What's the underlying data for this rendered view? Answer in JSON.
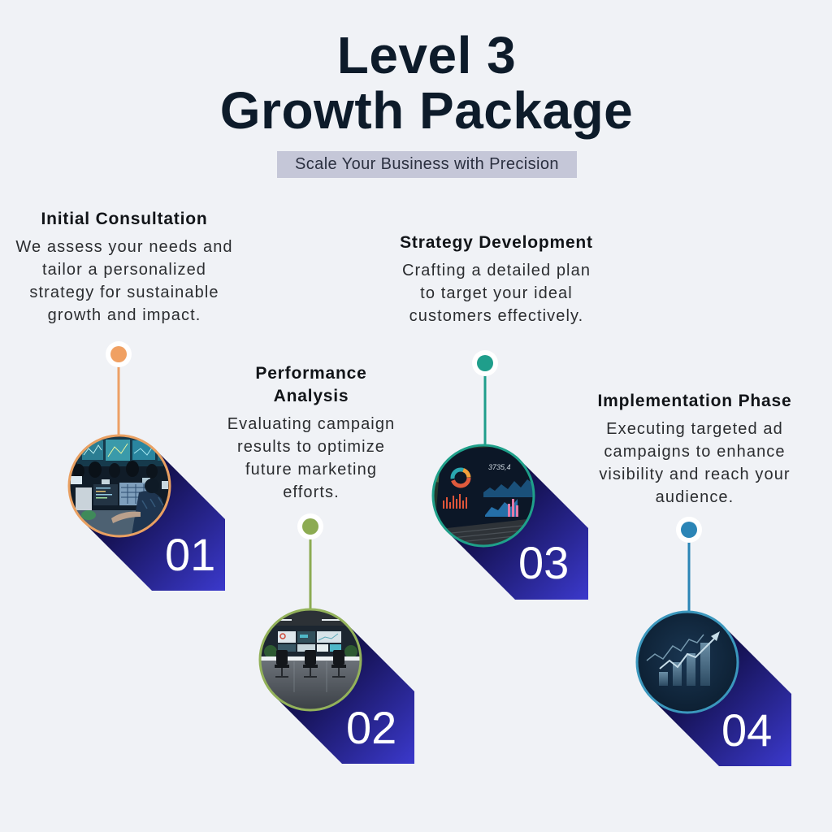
{
  "header": {
    "title_line1": "Level 3",
    "title_line2": "Growth Package",
    "subtitle": "Scale Your Business with Precision"
  },
  "colors": {
    "background": "#f0f2f6",
    "title": "#0d1b2a",
    "subtitle_badge": "#c5c7d8",
    "tab_gradient_dark": "#05041a",
    "tab_gradient_light": "#3b39cc",
    "number_text": "#ffffff"
  },
  "steps": [
    {
      "number": "01",
      "title_lines": [
        "Initial Consultation"
      ],
      "description_lines": [
        "We assess your needs and",
        "tailor a personalized",
        "strategy for sustainable",
        "growth and impact."
      ],
      "accent": "#f0a062",
      "image": "control-room-photo"
    },
    {
      "number": "02",
      "title_lines": [
        "Performance",
        "Analysis"
      ],
      "description_lines": [
        "Evaluating campaign",
        "results to optimize",
        "future marketing",
        "efforts."
      ],
      "accent": "#8cab52",
      "image": "conference-room-photo"
    },
    {
      "number": "03",
      "title_lines": [
        "Strategy Development"
      ],
      "description_lines": [
        "Crafting a detailed plan",
        "to target your ideal",
        "customers effectively."
      ],
      "accent": "#1f9e8b",
      "image": "laptop-dashboard-photo",
      "image_caption": "3735,4"
    },
    {
      "number": "04",
      "title_lines": [
        "Implementation Phase"
      ],
      "description_lines": [
        "Executing targeted ad",
        "campaigns to enhance",
        "visibility and reach your",
        "audience."
      ],
      "accent": "#2b85b6",
      "image": "growth-chart-icon"
    }
  ]
}
